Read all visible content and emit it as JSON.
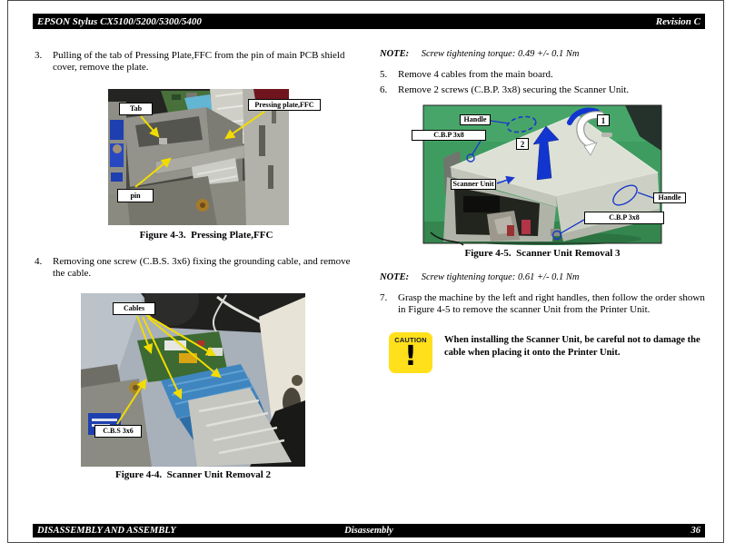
{
  "header": {
    "title": "EPSON Stylus CX5100/5200/5300/5400",
    "revision": "Revision C"
  },
  "footer": {
    "left": "DISASSEMBLY AND ASSEMBLY",
    "center": "Disassembly",
    "page_number": "36"
  },
  "steps": {
    "s3": {
      "num": "3.",
      "text": "Pulling of the tab of Pressing Plate,FFC from the pin of main PCB shield cover, remove the plate."
    },
    "s4": {
      "num": "4.",
      "text": "Removing one screw (C.B.S. 3x6) fixing the grounding cable, and remove the cable."
    },
    "s5": {
      "num": "5.",
      "text": "Remove 4 cables from the main board."
    },
    "s6": {
      "num": "6.",
      "text": "Remove 2 screws (C.B.P. 3x8) securing the Scanner Unit."
    },
    "s7": {
      "num": "7.",
      "text": "Grasp the machine by the left and right handles, then follow the order shown in Figure 4-5 to remove the scanner Unit from the Printer Unit."
    }
  },
  "notes": {
    "note1": {
      "label": "NOTE:",
      "text": "Screw tightening torque: 0.49 +/- 0.1 Nm"
    },
    "note2": {
      "label": "NOTE:",
      "text": "Screw tightening torque: 0.61 +/- 0.1 Nm"
    }
  },
  "figures": {
    "fig43": {
      "caption": "Figure 4-3.  Pressing Plate,FFC",
      "labels": {
        "tab": "Tab",
        "pressing_plate": "Pressing plate,FFC",
        "pin": "pin"
      }
    },
    "fig44": {
      "caption": "Figure 4-4.  Scanner Unit Removal 2",
      "labels": {
        "cables": "Cables",
        "cbs_3x6": "C.B.S 3x6"
      }
    },
    "fig45": {
      "caption": "Figure 4-5.  Scanner Unit Removal 3",
      "labels": {
        "handle_top": "Handle",
        "cbp_left": "C.B.P 3x8",
        "scanner_unit": "Scanner Unit",
        "handle_right": "Handle",
        "cbp_bottom": "C.B.P 3x8",
        "order_1": "1",
        "order_2": "2"
      }
    }
  },
  "caution": {
    "badge": "CAUTION",
    "bang": "!",
    "text": "When installing the Scanner Unit, be careful not to damage the cable when placing it onto the Printer Unit."
  },
  "colors": {
    "bar_black": "#000000",
    "annotation_blue": "#1b38cc",
    "arrow_yellow": "#f2dc00",
    "caution_yellow": "#ffe01a"
  }
}
